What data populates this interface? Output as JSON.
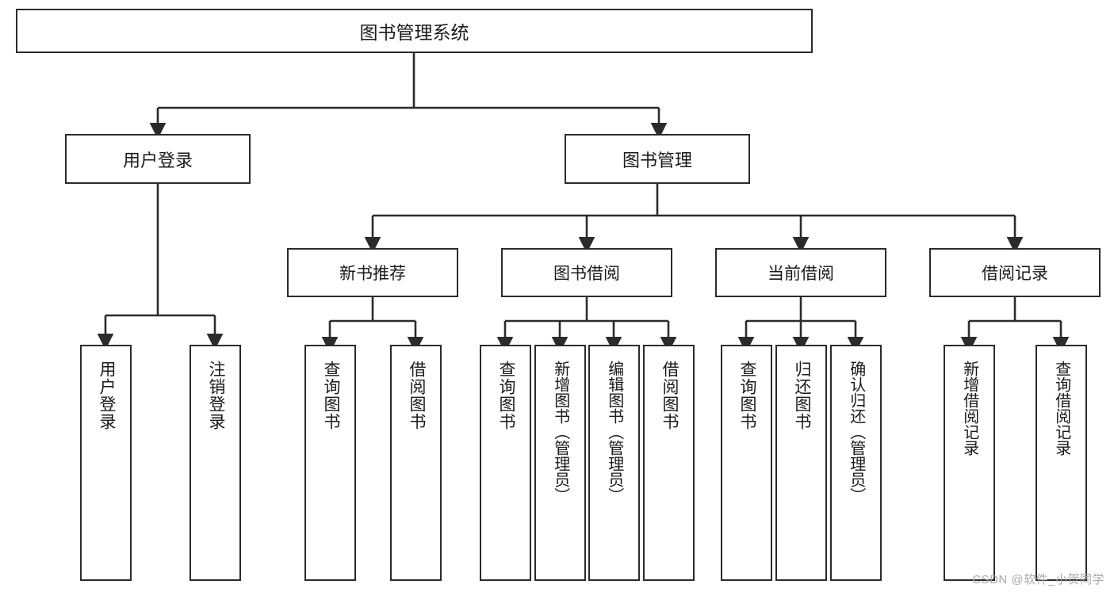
{
  "diagram": {
    "title": "图书管理系统",
    "type": "hierarchy-tree",
    "watermark": "CSDN @软件_小贺同学",
    "colors": {
      "box_border": "#2b2b2b",
      "box_fill": "#ffffff",
      "connector": "#2b2b2b",
      "text": "#1a1a1a",
      "watermark": "#a8a8a8"
    },
    "nodes": {
      "root": {
        "label": "图书管理系统"
      },
      "level2": [
        {
          "id": "user-login",
          "label": "用户登录"
        },
        {
          "id": "book-manage",
          "label": "图书管理"
        }
      ],
      "level3": [
        {
          "id": "new-book-recommend",
          "label": "新书推荐"
        },
        {
          "id": "book-borrow",
          "label": "图书借阅"
        },
        {
          "id": "current-borrow",
          "label": "当前借阅"
        },
        {
          "id": "borrow-record",
          "label": "借阅记录"
        }
      ],
      "leaves": [
        {
          "id": "leaf-user-login",
          "label": "用户登录",
          "parent": "user-login"
        },
        {
          "id": "leaf-logout-login",
          "label": "注销登录",
          "parent": "user-login"
        },
        {
          "id": "leaf-query-book-1",
          "label": "查询图书",
          "parent": "new-book-recommend"
        },
        {
          "id": "leaf-borrow-book-1",
          "label": "借阅图书",
          "parent": "new-book-recommend"
        },
        {
          "id": "leaf-query-book-2",
          "label": "查询图书",
          "parent": "book-borrow"
        },
        {
          "id": "leaf-add-book",
          "label": "新增图书（管理员）",
          "parent": "book-borrow"
        },
        {
          "id": "leaf-edit-book",
          "label": "编辑图书（管理员）",
          "parent": "book-borrow"
        },
        {
          "id": "leaf-borrow-book-2",
          "label": "借阅图书",
          "parent": "book-borrow"
        },
        {
          "id": "leaf-query-book-3",
          "label": "查询图书",
          "parent": "current-borrow"
        },
        {
          "id": "leaf-return-book",
          "label": "归还图书",
          "parent": "current-borrow"
        },
        {
          "id": "leaf-confirm-return",
          "label": "确认归还（管理员）",
          "parent": "current-borrow"
        },
        {
          "id": "leaf-add-record",
          "label": "新增借阅记录",
          "parent": "borrow-record"
        },
        {
          "id": "leaf-query-record",
          "label": "查询借阅记录",
          "parent": "borrow-record"
        }
      ]
    }
  }
}
